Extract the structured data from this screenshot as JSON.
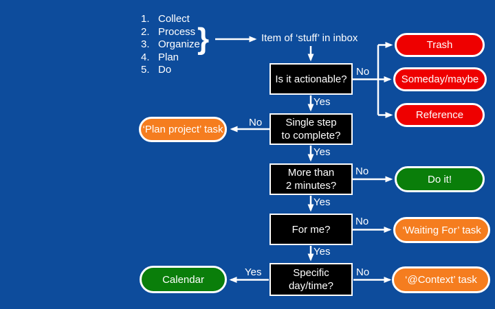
{
  "colors": {
    "background": "#0d4c9c",
    "decision_fill": "#000000",
    "terminal_red": "#ee0000",
    "terminal_orange": "#f57d1f",
    "terminal_green": "#0a7e0a",
    "line_and_text": "#ffffff"
  },
  "steps_list": {
    "items": [
      {
        "num": "1.",
        "label": "Collect"
      },
      {
        "num": "2.",
        "label": "Process"
      },
      {
        "num": "3.",
        "label": "Organize"
      },
      {
        "num": "4.",
        "label": "Plan"
      },
      {
        "num": "5.",
        "label": "Do"
      }
    ],
    "brace": "}"
  },
  "inbox": {
    "label": "Item of ‘stuff’ in inbox"
  },
  "decisions": {
    "actionable": {
      "question": "Is it actionable?"
    },
    "single_step": {
      "question": "Single step\nto complete?"
    },
    "two_minutes": {
      "question": "More than\n2 minutes?"
    },
    "for_me": {
      "question": "For me?"
    },
    "day_time": {
      "question": "Specific\nday/time?"
    }
  },
  "terminals": {
    "trash": {
      "label": "Trash",
      "color": "red"
    },
    "someday": {
      "label": "Someday/maybe",
      "color": "red"
    },
    "reference": {
      "label": "Reference",
      "color": "red"
    },
    "plan_project": {
      "label": "‘Plan project’ task",
      "color": "orange"
    },
    "do_it": {
      "label": "Do it!",
      "color": "green"
    },
    "waiting_for": {
      "label": "‘Waiting For’ task",
      "color": "orange"
    },
    "calendar": {
      "label": "Calendar",
      "color": "green"
    },
    "context": {
      "label": "‘@Context’ task",
      "color": "orange"
    }
  },
  "edge_labels": {
    "actionable_no": "No",
    "actionable_yes": "Yes",
    "single_step_no": "No",
    "single_step_yes": "Yes",
    "two_minutes_no": "No",
    "two_minutes_yes": "Yes",
    "for_me_no": "No",
    "for_me_yes": "Yes",
    "day_time_yes": "Yes",
    "day_time_no": "No"
  }
}
